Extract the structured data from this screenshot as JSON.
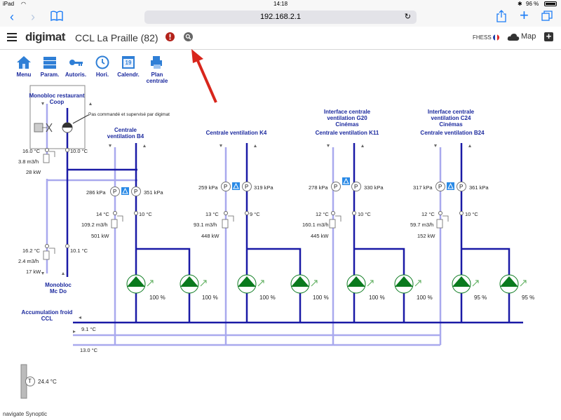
{
  "statusbar": {
    "device": "iPad",
    "time": "14:18",
    "battery": "96 %"
  },
  "browser": {
    "url": "192.168.2.1"
  },
  "header": {
    "logo": "digimat",
    "title": "CCL La Praille (82)",
    "user": "FHESS",
    "map_label": "Map"
  },
  "toolbar": [
    {
      "label": "Menu",
      "icon": "home-icon"
    },
    {
      "label": "Param.",
      "icon": "folders-icon"
    },
    {
      "label": "Autoris.",
      "icon": "key-icon"
    },
    {
      "label": "Hori.",
      "icon": "clock-icon"
    },
    {
      "label": "Calendr.",
      "icon": "calendar-icon"
    },
    {
      "label": "Plan centrale",
      "icon": "printer-icon"
    }
  ],
  "calendar_day": "19",
  "units": {
    "mono_coop": {
      "title": "Monobloc restaurant Coop",
      "note": "Pas commandé et supervisé par digimat",
      "t_left": "16.0 °C",
      "t_right": "10.0 °C",
      "flow": "3.8 m3/h",
      "power": "28 kW"
    },
    "mono_mcdo": {
      "title": "Monobloc Mc Do",
      "t_left": "16.2 °C",
      "t_right": "10.1 °C",
      "flow": "2.4 m3/h",
      "power": "17 kW"
    },
    "b4": {
      "title": "Centrale ventilation B4",
      "p_left": "286 kPa",
      "p_right": "351 kPa",
      "t_left": "14 °C",
      "t_right": "10 °C",
      "flow": "109.2 m3/h",
      "power": "501 kW",
      "pump1": "100 %",
      "pump2": "100 %"
    },
    "k4": {
      "title": "Centrale ventilation K4",
      "p_left": "259 kPa",
      "p_right": "319 kPa",
      "t_left": "13 °C",
      "t_right": "9 °C",
      "flow": "93.1 m3/h",
      "power": "448 kW",
      "pump1": "100 %",
      "pump2": "100 %"
    },
    "k11": {
      "title_top": "Interface centrale ventilation G20 Cinémas",
      "title": "Centrale ventilation K11",
      "p_left": "278 kPa",
      "p_right": "330 kPa",
      "t_left": "12 °C",
      "t_right": "10 °C",
      "flow": "160.1 m3/h",
      "power": "445 kW",
      "pump1": "100 %",
      "pump2": "100 %"
    },
    "b24": {
      "title_top": "Interface centrale ventilation C24 Cinémas",
      "title": "Centrale ventilation B24",
      "p_left": "317 kPa",
      "p_right": "361 kPa",
      "t_left": "12 °C",
      "t_right": "10 °C",
      "flow": "59.7 m3/h",
      "power": "152 kW",
      "pump1": "95 %",
      "pump2": "95 %"
    }
  },
  "accumulation": {
    "title": "Accumulation froid CCL",
    "t_supply": "9.1 °C",
    "t_return": "13.0 °C"
  },
  "outdoor": {
    "temp": "24.4 °C",
    "symbol": "T"
  },
  "sensor_letter": "P",
  "colors": {
    "supply": "#1a1aa6",
    "return": "#a9a9ee",
    "pump": "#0a7a1e",
    "accent": "#1b7cf6",
    "arrow": "#d8261c"
  },
  "footer": "navigate Synoptic"
}
